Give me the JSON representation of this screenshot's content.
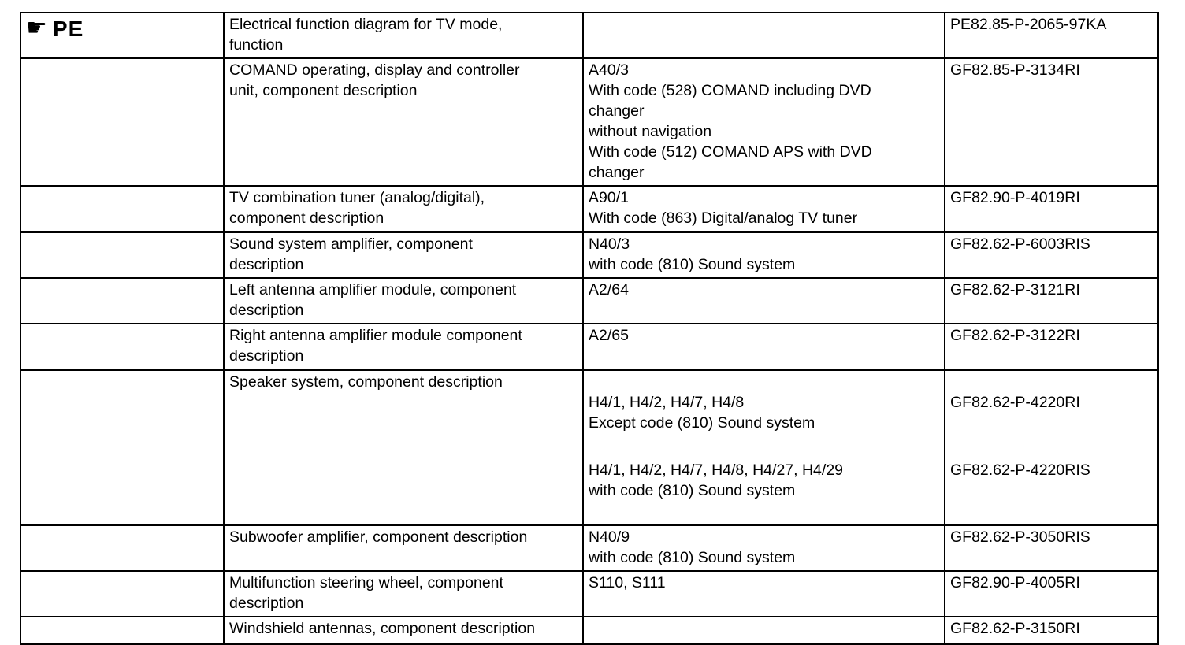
{
  "page": {
    "background": "#ffffff",
    "text_color": "#000000",
    "border_color": "#000000"
  },
  "header_cell": {
    "icon": "pointing-hand-icon",
    "icon_glyph": "☛",
    "label": "PE"
  },
  "rows": [
    {
      "description": "Electrical function diagram for TV mode,\nfunction",
      "codes": "",
      "doc": "PE82.85-P-2065-97KA"
    },
    {
      "description": "COMAND operating, display and controller\nunit, component description",
      "codes": "A40/3\nWith code (528) COMAND including DVD\nchanger\nwithout navigation\nWith code (512) COMAND APS with DVD\nchanger",
      "doc": "GF82.85-P-3134RI"
    },
    {
      "description": "TV combination tuner (analog/digital),\ncomponent description",
      "codes": "A90/1\nWith code (863) Digital/analog TV tuner",
      "doc": "GF82.90-P-4019RI"
    },
    {
      "description": "Sound system amplifier, component\ndescription",
      "codes": "N40/3\nwith code (810) Sound system",
      "doc": "GF82.62-P-6003RIS"
    },
    {
      "description": "Left antenna amplifier module, component\ndescription",
      "codes": "A2/64",
      "doc": "GF82.62-P-3121RI"
    },
    {
      "description": "Right antenna amplifier module component\ndescription",
      "codes": "A2/65",
      "doc": "GF82.62-P-3122RI"
    },
    {
      "description": "Speaker system, component description",
      "codes": "H4/1, H4/2, H4/7, H4/8\nExcept code (810) Sound system",
      "doc": "GF82.62-P-4220RI",
      "codes2": "H4/1, H4/2, H4/7, H4/8, H4/27, H4/29\nwith code (810) Sound system",
      "doc2": "GF82.62-P-4220RIS"
    },
    {
      "description": "Subwoofer amplifier, component description",
      "codes": "N40/9\nwith code (810) Sound system",
      "doc": "GF82.62-P-3050RIS"
    },
    {
      "description": "Multifunction steering wheel, component\ndescription",
      "codes": "S110, S111",
      "doc": "GF82.90-P-4005RI"
    },
    {
      "description": "Windshield antennas, component description",
      "codes": "",
      "doc": "GF82.62-P-3150RI"
    }
  ]
}
